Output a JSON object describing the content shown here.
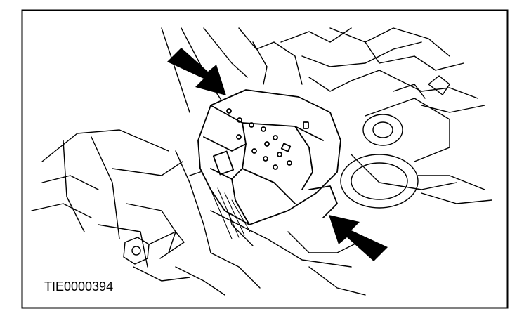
{
  "figure": {
    "id_label": "TIE0000394"
  },
  "colors": {
    "line": "#000000",
    "paper": "#ffffff"
  },
  "callouts": [
    {
      "name": "arrow-upper-left",
      "points_to": "connector-top-tab"
    },
    {
      "name": "arrow-lower-right",
      "points_to": "connector-bottom-tab"
    }
  ]
}
